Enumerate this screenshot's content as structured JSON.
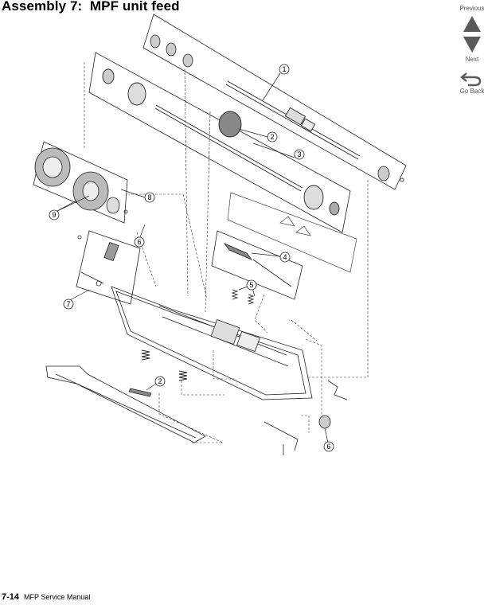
{
  "header": {
    "title": "Assembly 7:  MPF unit feed"
  },
  "nav": {
    "previous_label": "Previous",
    "next_label": "Next",
    "go_back_label": "Go Back"
  },
  "diagram": {
    "callouts": [
      "1",
      "2",
      "3",
      "8",
      "9",
      "6",
      "4",
      "5",
      "7",
      "2",
      "6"
    ]
  },
  "footer": {
    "page_number": "7-14",
    "manual_title": "MFP Service Manual"
  },
  "colors": {
    "nav_icon": "#5a5a5a",
    "line": "#222222"
  }
}
